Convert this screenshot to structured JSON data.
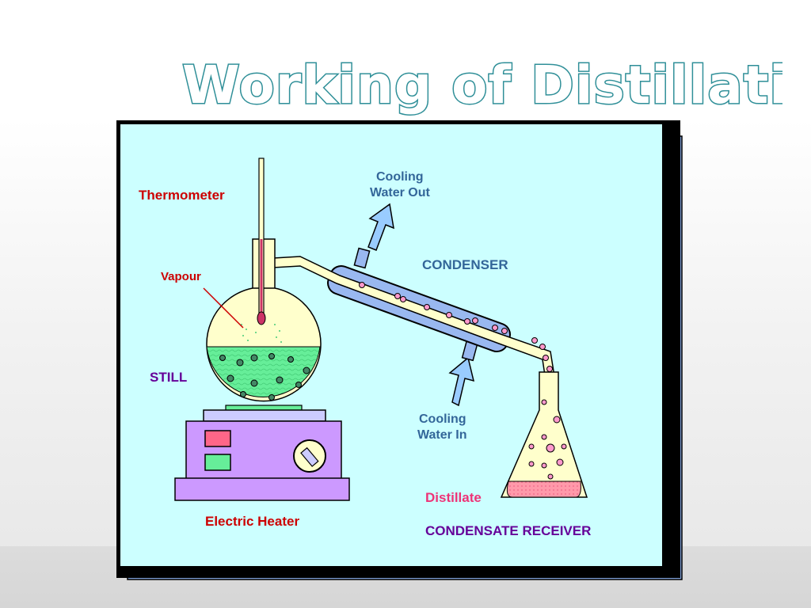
{
  "slide": {
    "title": "Working of Distillation",
    "title_color": "#ffffff",
    "title_stroke": "#2f8f98"
  },
  "diagram": {
    "labels": {
      "thermometer": "Thermometer",
      "vapour": "Vapour",
      "still": "STILL",
      "electric_heater": "Electric Heater",
      "cooling_water_out_1": "Cooling",
      "cooling_water_out_2": "Water Out",
      "condenser": "CONDENSER",
      "cooling_water_in_1": "Cooling",
      "cooling_water_in_2": "Water In",
      "distillate": "Distillate",
      "condensate_receiver": "CONDENSATE RECEIVER"
    },
    "colors": {
      "background": "#ccffff",
      "frame": "#000000",
      "shadow": "#7f9fd6",
      "glass": "#ffffcc",
      "liquid": "#66ee99",
      "heater_body": "#cc99ff",
      "heater_top": "#ccccff",
      "condenser_jacket": "#99b8f0",
      "distillate": "#ff99aa",
      "label_red": "#cc0000",
      "label_blue": "#336699",
      "label_purple": "#660099",
      "label_pink": "#ee3377"
    }
  }
}
